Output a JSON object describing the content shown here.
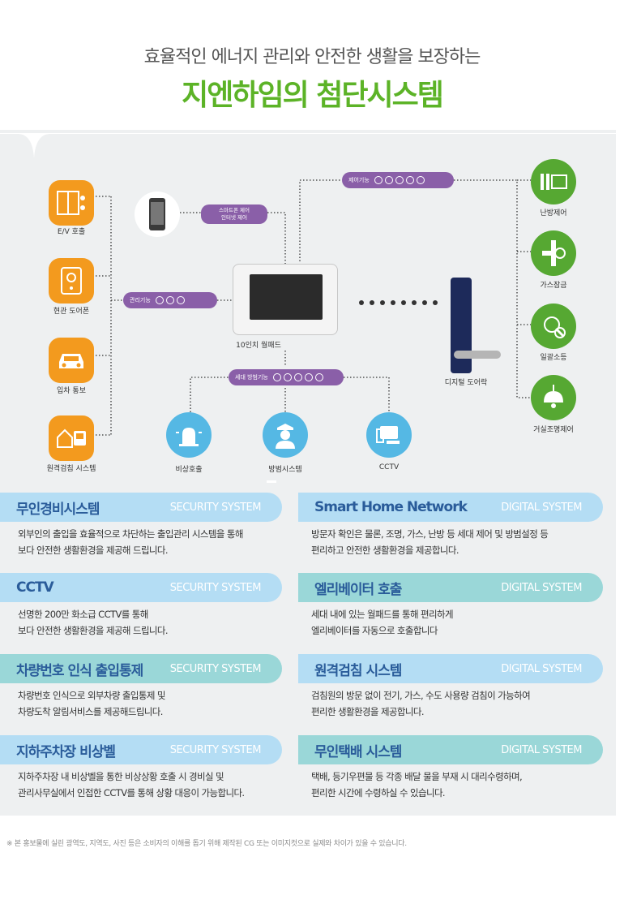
{
  "header": {
    "subtitle": "효율적인 에너지 관리와 안전한 생활을 보장하는",
    "title": "지엔하임의 첨단시스템"
  },
  "diagram": {
    "left_items": [
      "E/V 호출",
      "현관 도어폰",
      "입차 통보",
      "원격검침 시스템"
    ],
    "right_items": [
      "난방제어",
      "가스잠금",
      "일괄소등",
      "거실조명제어"
    ],
    "bottom_items": [
      "비상호출",
      "방범시스템",
      "CCTV"
    ],
    "center_label": "10인치 월패드",
    "door_lock_label": "디지털 도어락",
    "smartphone_pill": "스마트폰 제어\n인터넷 제어",
    "manage_pill": "관리기능",
    "control_pill": "제어기능",
    "security_pill": "세대 방범기능"
  },
  "sections": [
    {
      "title": "무인경비시스템",
      "tag": "SECURITY SYSTEM",
      "desc1": "외부인의 출입을 효율적으로 차단하는 출입관리 시스템을 통해",
      "desc2": "보다 안전한 생활환경을 제공해 드립니다."
    },
    {
      "title": "Smart Home Network",
      "tag": "DIGITAL SYSTEM",
      "desc1": "방문자 확인은 물론, 조명, 가스, 난방 등 세대 제어 및 방범설정 등",
      "desc2": "편리하고 안전한 생활환경을 제공합니다."
    },
    {
      "title": "CCTV",
      "tag": "SECURITY SYSTEM",
      "desc1": "선명한 200만 화소급 CCTV를 통해",
      "desc2": "보다 안전한 생활환경을 제공해 드립니다."
    },
    {
      "title": "엘리베이터 호출",
      "tag": "DIGITAL SYSTEM",
      "desc1": "세대 내에 있는 월패드를 통해 편리하게",
      "desc2": "엘리베이터를 자동으로 호출합니다"
    },
    {
      "title": "차량번호 인식 출입통제",
      "tag": "SECURITY SYSTEM",
      "desc1": "차량번호 인식으로 외부차량 출입통제 및",
      "desc2": "차량도착 알림서비스를 제공해드립니다."
    },
    {
      "title": "원격검침 시스템",
      "tag": "DIGITAL SYSTEM",
      "desc1": "검침원의 방문 없이 전기, 가스, 수도 사용량 검침이 가능하여",
      "desc2": "편리한 생활환경을 제공합니다."
    },
    {
      "title": "지하주차장 비상벨",
      "tag": "SECURITY SYSTEM",
      "desc1": "지하주차장 내 비상벨을 통한 비상상황 호출 시 경비실 및",
      "desc2": "관리사무실에서 인접한 CCTV를 통해 상황 대응이 가능합니다."
    },
    {
      "title": "무인택배 시스템",
      "tag": "DIGITAL SYSTEM",
      "desc1": "택배, 등기우편물 등 각종 배달 물을 부재 시 대리수령하며,",
      "desc2": "편리한 시간에 수령하실 수 있습니다."
    }
  ],
  "footnote": "※ 본 홍보물에 실린 광역도, 지역도, 사진 등은 소비자의 이해를 돕기 위해 제작된 CG 또는 이미지컷으로 실제와 차이가 있을 수 있습니다."
}
